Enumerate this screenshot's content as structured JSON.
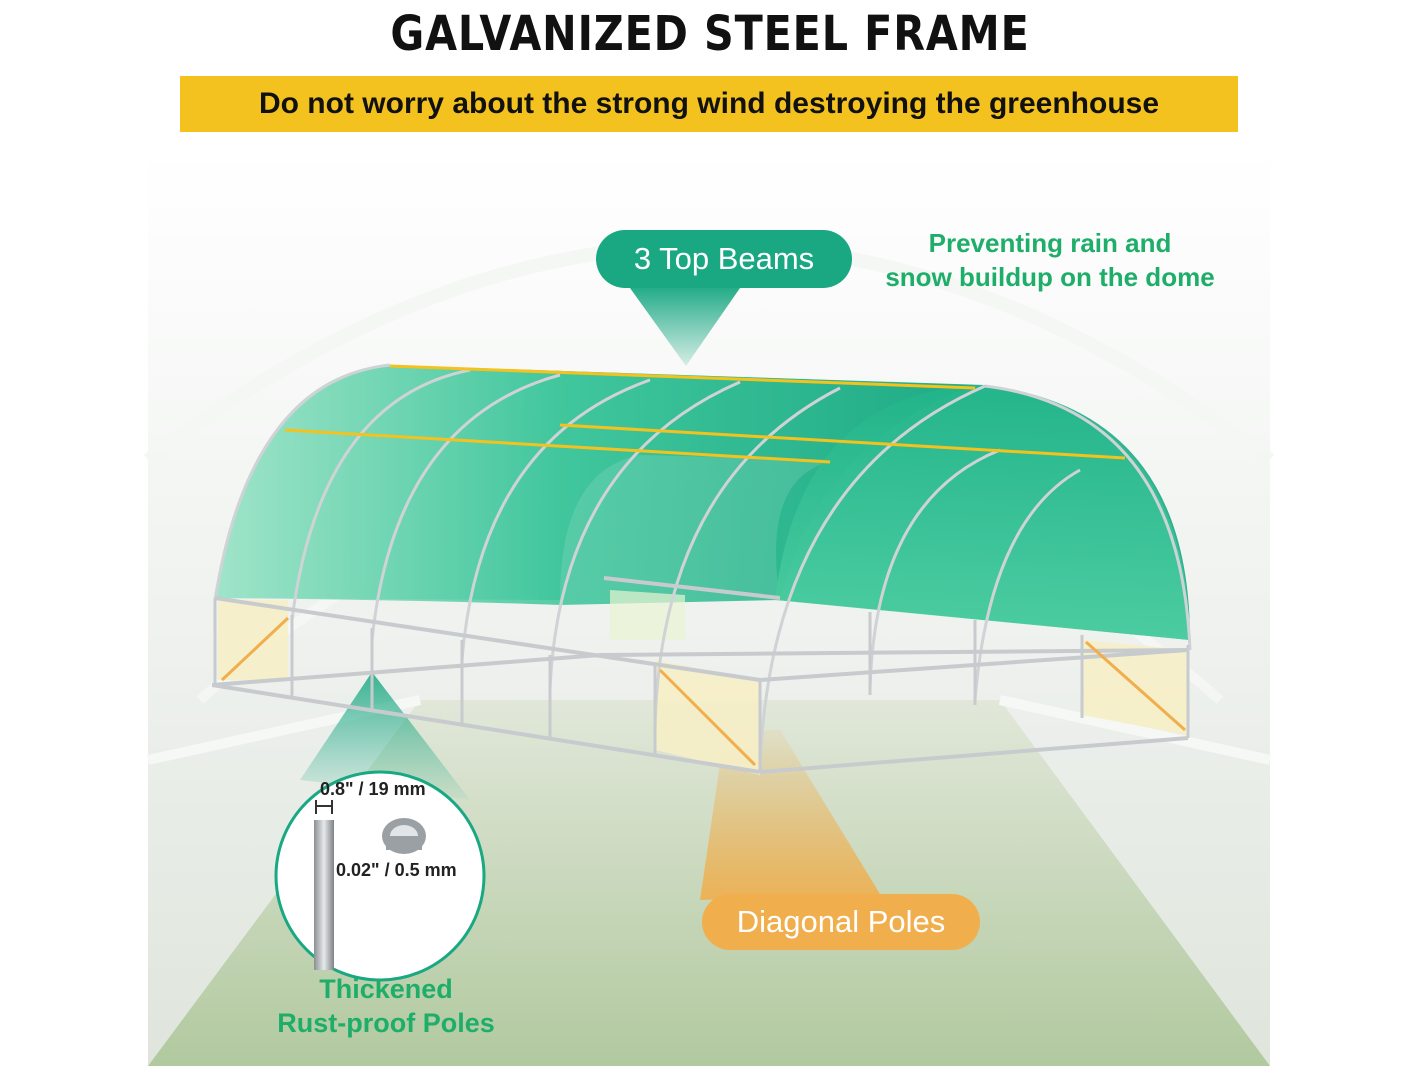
{
  "headline": "GALVANIZED STEEL FRAME",
  "subheadline": "Do not worry about the strong wind destroying the greenhouse",
  "callouts": {
    "top_beams": {
      "label": "3 Top Beams",
      "note_line1": "Preventing rain and",
      "note_line2": "snow buildup on the dome"
    },
    "poles": {
      "diameter": "0.8\" / 19 mm",
      "thickness": "0.02\" / 0.5 mm",
      "note_line1": "Thickened",
      "note_line2": "Rust-proof Poles"
    },
    "diagonal": {
      "label": "Diagonal Poles"
    }
  },
  "colors": {
    "accent_yellow": "#f4c21f",
    "accent_green": "#1aa883",
    "accent_orange": "#f0ae4d",
    "note_green": "#1fae6a"
  }
}
